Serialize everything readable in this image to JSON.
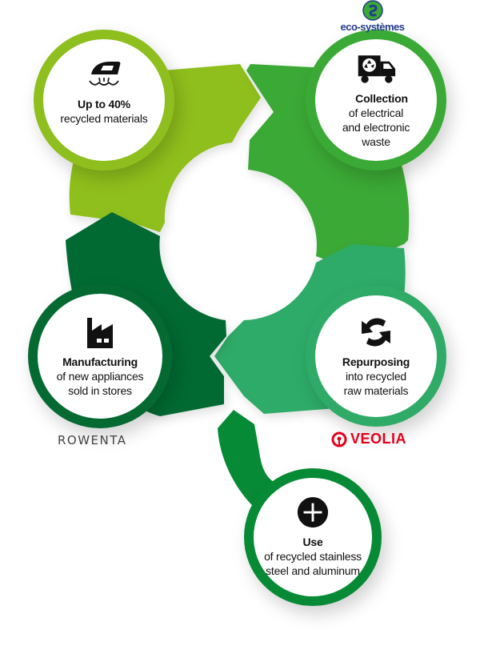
{
  "colors": {
    "lime": "#8fbf1f",
    "green": "#3aa935",
    "teal_green": "#2fab67",
    "dark_green": "#046a32",
    "tail_green": "#078a36",
    "eco_blue": "#233e8b",
    "veolia_red": "#e3001b",
    "rowenta_gray": "#444444"
  },
  "logos": {
    "eco_systemes": "eco-systèmes",
    "rowenta": "ROWENTA",
    "veolia": "VEOLIA"
  },
  "steps": [
    {
      "id": "recycled-materials",
      "icon": "iron-icon",
      "title": "Up to 40%",
      "description": "recycled materials"
    },
    {
      "id": "collection",
      "icon": "recycling-truck-icon",
      "title": "Collection",
      "description": "of electrical\nand electronic\nwaste"
    },
    {
      "id": "repurposing",
      "icon": "recycle-arrows-icon",
      "title": "Repurposing",
      "description": "into recycled\nraw materials"
    },
    {
      "id": "use",
      "icon": "plus-circle-icon",
      "title": "Use",
      "description": "of recycled stainless\nsteel and aluminum"
    },
    {
      "id": "manufacturing",
      "icon": "factory-icon",
      "title": "Manufacturing",
      "description": "of new appliances\nsold in stores"
    }
  ]
}
